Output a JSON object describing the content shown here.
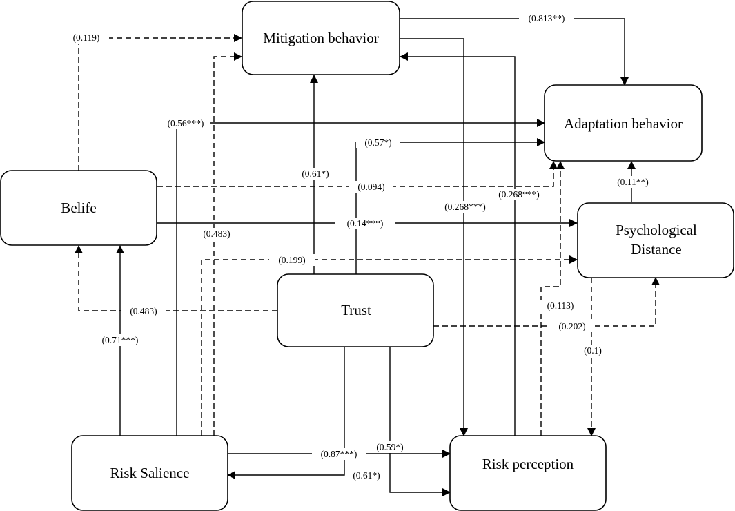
{
  "nodes": {
    "mitigation": "Mitigation behavior",
    "adaptation": "Adaptation behavior",
    "belife": "Belife",
    "psychological_line1": "Psychological",
    "psychological_line2": "Distance",
    "trust": "Trust",
    "risk_salience": "Risk Salience",
    "risk_perception": "Risk perception"
  },
  "edges": {
    "belife_to_mitigation": "(0.119)",
    "mitigation_to_adaptation": "(0.813**)",
    "salience_to_adaptation": "(0.56***)",
    "trust_to_adaptation": "(0.57*)",
    "trust_to_mitigation": "(0.61*)",
    "belife_to_adaptation": "(0.094)",
    "psych_to_adaptation": "(0.11**)",
    "perception_to_mitigation": "(0.268***)",
    "perception_to_adaptation": "(0.268***)",
    "belife_to_psych": "(0.14***)",
    "salience_to_mitigation": "(0.483)",
    "salience_to_psych": "(0.199)",
    "trust_to_belife": "(0.483)",
    "perception_to_adaptation_dashed": "(0.113)",
    "trust_to_psych": "(0.202)",
    "psych_to_perception": "(0.1)",
    "salience_to_belife": "(0.71***)",
    "salience_to_perception": "(0.87***)",
    "trust_to_perception": "(0.59*)",
    "trust_to_salience": "(0.61*)"
  }
}
